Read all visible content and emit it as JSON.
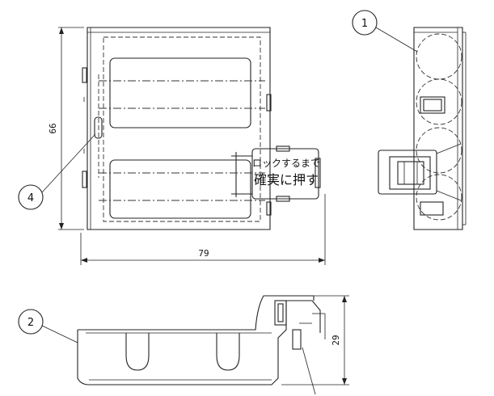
{
  "dimensions": {
    "height_front": "66",
    "width_front": "79",
    "height_side": "29"
  },
  "callouts": [
    "1",
    "2",
    "4"
  ],
  "label": {
    "line1": "ロックするまで",
    "line2": "確実に押す"
  }
}
